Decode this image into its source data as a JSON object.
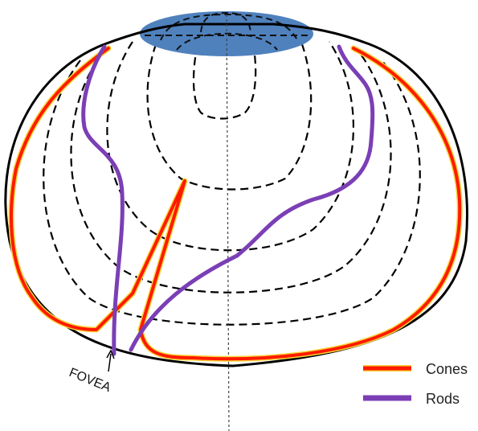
{
  "diagram": {
    "annotation": "FOVEA",
    "legend": [
      {
        "label": "Cones",
        "color": "#ff1a00",
        "outline": "#f7d33a"
      },
      {
        "label": "Rods",
        "color": "#7b3fb5"
      }
    ],
    "optic_disc_color": "#4f81bd",
    "outline_color": "#000000"
  }
}
